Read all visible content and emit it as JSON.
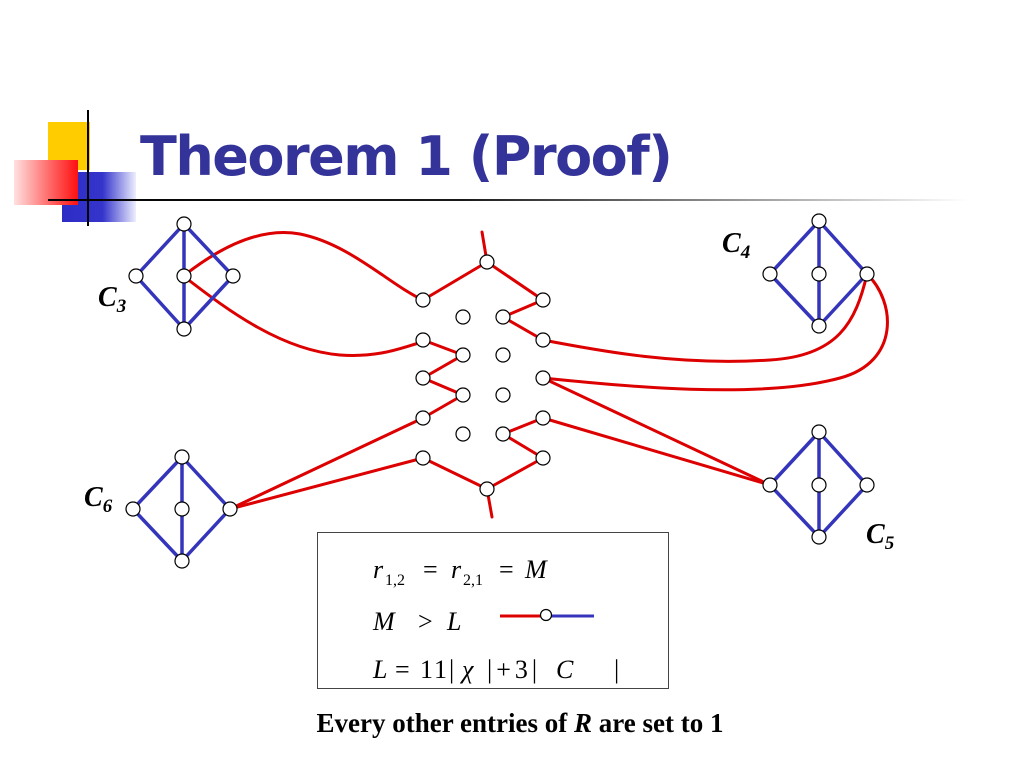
{
  "slide": {
    "title": "Theorem 1 (Proof)"
  },
  "clusters": {
    "c3": {
      "base": "C",
      "sub": "3"
    },
    "c4": {
      "base": "C",
      "sub": "4"
    },
    "c5": {
      "base": "C",
      "sub": "5"
    },
    "c6": {
      "base": "C",
      "sub": "6"
    }
  },
  "formula_box": {
    "line1": [
      "r",
      "1,2",
      "=",
      "r",
      "2,1",
      "=",
      "M"
    ],
    "line2": [
      "M",
      ">",
      "L"
    ],
    "line3": [
      "L",
      "=",
      "11|",
      "χ",
      "|+3|",
      "C",
      "|"
    ]
  },
  "caption": {
    "before": "Every other entries of ",
    "variable": "R",
    "after": " are set to 1"
  },
  "colors": {
    "title": "#333399",
    "cluster_edge": "#3535BB",
    "connector_edge": "#DD0000",
    "accent_yellow": "#FFCC00"
  }
}
